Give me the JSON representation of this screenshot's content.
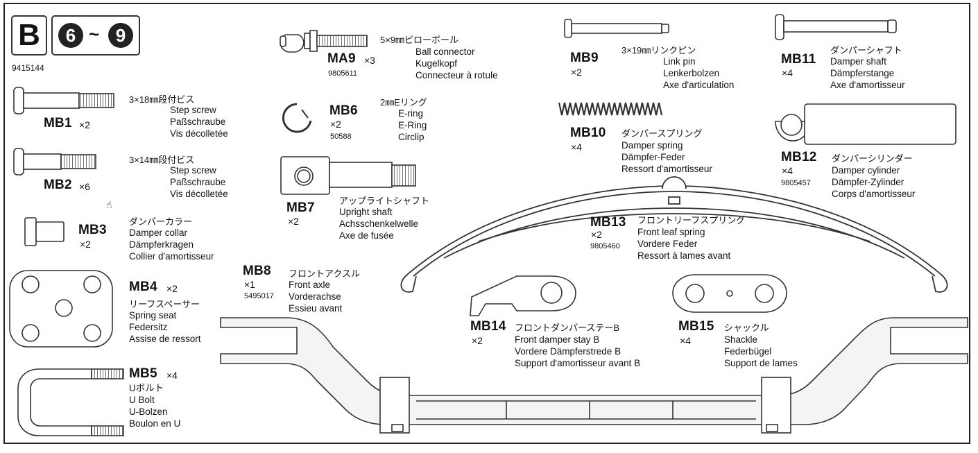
{
  "header": {
    "bag_letter": "B",
    "step_from": "6",
    "step_sep": "~",
    "step_to": "9",
    "kit_number": "9415144"
  },
  "parts": {
    "MA9": {
      "code": "MA9",
      "qty": "×3",
      "jp": "5×9㎜ピローボール",
      "en": "Ball connector",
      "de": "Kugelkopf",
      "fr": "Connecteur à rotule",
      "pn": "9805611"
    },
    "MB9": {
      "code": "MB9",
      "qty": "×2",
      "jp": "3×19㎜リンクピン",
      "en": "Link pin",
      "de": "Lenkerbolzen",
      "fr": "Axe d'articulation"
    },
    "MB11": {
      "code": "MB11",
      "qty": "×4",
      "jp": "ダンパーシャフト",
      "en": "Damper shaft",
      "de": "Dämpferstange",
      "fr": "Axe d'amortisseur"
    },
    "MB1": {
      "code": "MB1",
      "qty": "×2",
      "jp": "3×18㎜段付ビス",
      "en": "Step screw",
      "de": "Paßschraube",
      "fr": "Vis décolletée"
    },
    "MB6": {
      "code": "MB6",
      "qty": "×2",
      "jp": "2㎜Eリング",
      "en": "E-ring",
      "de": "E-Ring",
      "fr": "Circlip",
      "pn": "50588"
    },
    "MB10": {
      "code": "MB10",
      "qty": "×4",
      "jp": "ダンパースプリング",
      "en": "Damper spring",
      "de": "Dämpfer-Feder",
      "fr": "Ressort d'amortisseur"
    },
    "MB12": {
      "code": "MB12",
      "qty": "×4",
      "jp": "ダンパーシリンダー",
      "en": "Damper cylinder",
      "de": "Dämpfer-Zylinder",
      "fr": "Corps d'amortisseur",
      "pn": "9805457"
    },
    "MB2": {
      "code": "MB2",
      "qty": "×6",
      "jp": "3×14㎜段付ビス",
      "en": "Step screw",
      "de": "Paßschraube",
      "fr": "Vis décolletée"
    },
    "MB7": {
      "code": "MB7",
      "qty": "×2",
      "jp": "アップライトシャフト",
      "en": "Upright shaft",
      "de": "Achsschenkelwelle",
      "fr": "Axe de fusée"
    },
    "MB3": {
      "code": "MB3",
      "qty": "×2",
      "jp": "ダンパーカラー",
      "en": "Damper collar",
      "de": "Dämpferkragen",
      "fr": "Collier d'amortisseur"
    },
    "MB13": {
      "code": "MB13",
      "qty": "×2",
      "jp": "フロントリーフスプリング",
      "en": "Front leaf spring",
      "de": "Vordere Feder",
      "fr": "Ressort à lames avant",
      "pn": "9805460"
    },
    "MB8": {
      "code": "MB8",
      "qty": "×1",
      "jp": "フロントアクスル",
      "en": "Front axle",
      "de": "Vorderachse",
      "fr": "Essieu avant",
      "pn": "5495017"
    },
    "MB4": {
      "code": "MB4",
      "qty": "×2",
      "jp": "リーフスペーサー",
      "en": "Spring seat",
      "de": "Federsitz",
      "fr": "Assise de ressort"
    },
    "MB14": {
      "code": "MB14",
      "qty": "×2",
      "jp": "フロントダンパーステーB",
      "en": "Front damper stay B",
      "de": "Vordere Dämpferstrede B",
      "fr": "Support d'amortisseur avant B"
    },
    "MB15": {
      "code": "MB15",
      "qty": "×4",
      "jp": "シャックル",
      "en": "Shackle",
      "de": "Federbügel",
      "fr": "Support de lames"
    },
    "MB5": {
      "code": "MB5",
      "qty": "×4",
      "jp": "Uボルト",
      "en": "U Bolt",
      "de": "U-Bolzen",
      "fr": "Boulon en U"
    }
  },
  "icons": {
    "cursor": "hand-pointer-icon",
    "stroke_color": "#333333",
    "fill_color": "#e6e6e6"
  }
}
